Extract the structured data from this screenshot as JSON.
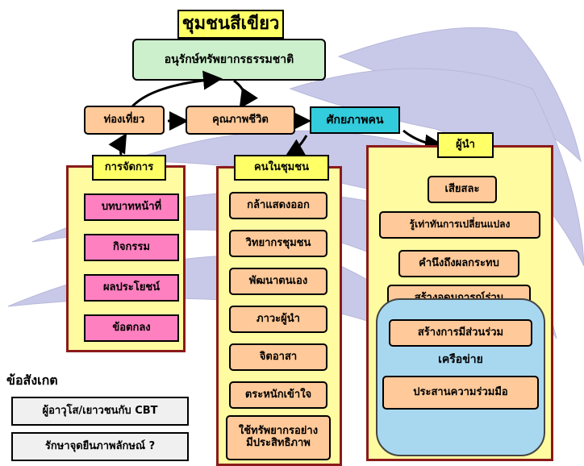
{
  "top": {
    "community": "ชุมชนสีเขียว",
    "conserve": "อนุรักษ์ทรัพยากรธรรมชาติ"
  },
  "row2": {
    "tourism": "ท่องเที่ยว",
    "quality_of_life": "คุณภาพชีวิต",
    "human_potential": "ศักยภาพคน"
  },
  "management": {
    "header": "การจัดการ",
    "items": [
      "บทบาทหน้าที่",
      "กิจกรรม",
      "ผลประโยชน์",
      "ข้อตกลง"
    ]
  },
  "people": {
    "header": "คนในชุมชน",
    "items": [
      "กล้าแสดงออก",
      "วิทยากรชุมชน",
      "พัฒนาตนเอง",
      "ภาวะผู้นำ",
      "จิตอาสา",
      "ตระหนักเข้าใจ"
    ],
    "last_line1": "ใช้ทรัพยากรอย่าง",
    "last_line2": "มีประสิทธิภาพ"
  },
  "leader": {
    "header": "ผู้นำ",
    "items": [
      "เสียสละ",
      "รู้เท่าทันการเปลี่ยนแปลง",
      "คำนึงถึงผลกระทบ",
      "สร้างอุดมการณ์ร่วม"
    ],
    "network_items_top": "สร้างการมีส่วนร่วม",
    "network_label": "เครือข่าย",
    "network_items_bottom": "ประสานความร่วมมือ"
  },
  "notes": {
    "label": "ข้อสังเกต",
    "items": [
      "ผู้อาวุโส/เยาวชนกับ CBT",
      "รักษาจุดยืนภาพลักษณ์ ?"
    ]
  },
  "colors": {
    "panel_bg": "#fffba0",
    "panel_border": "#8b1a1a",
    "orange_box": "#ffc999",
    "pink_box": "#ff80c0",
    "arc": "#c8c8e8"
  }
}
